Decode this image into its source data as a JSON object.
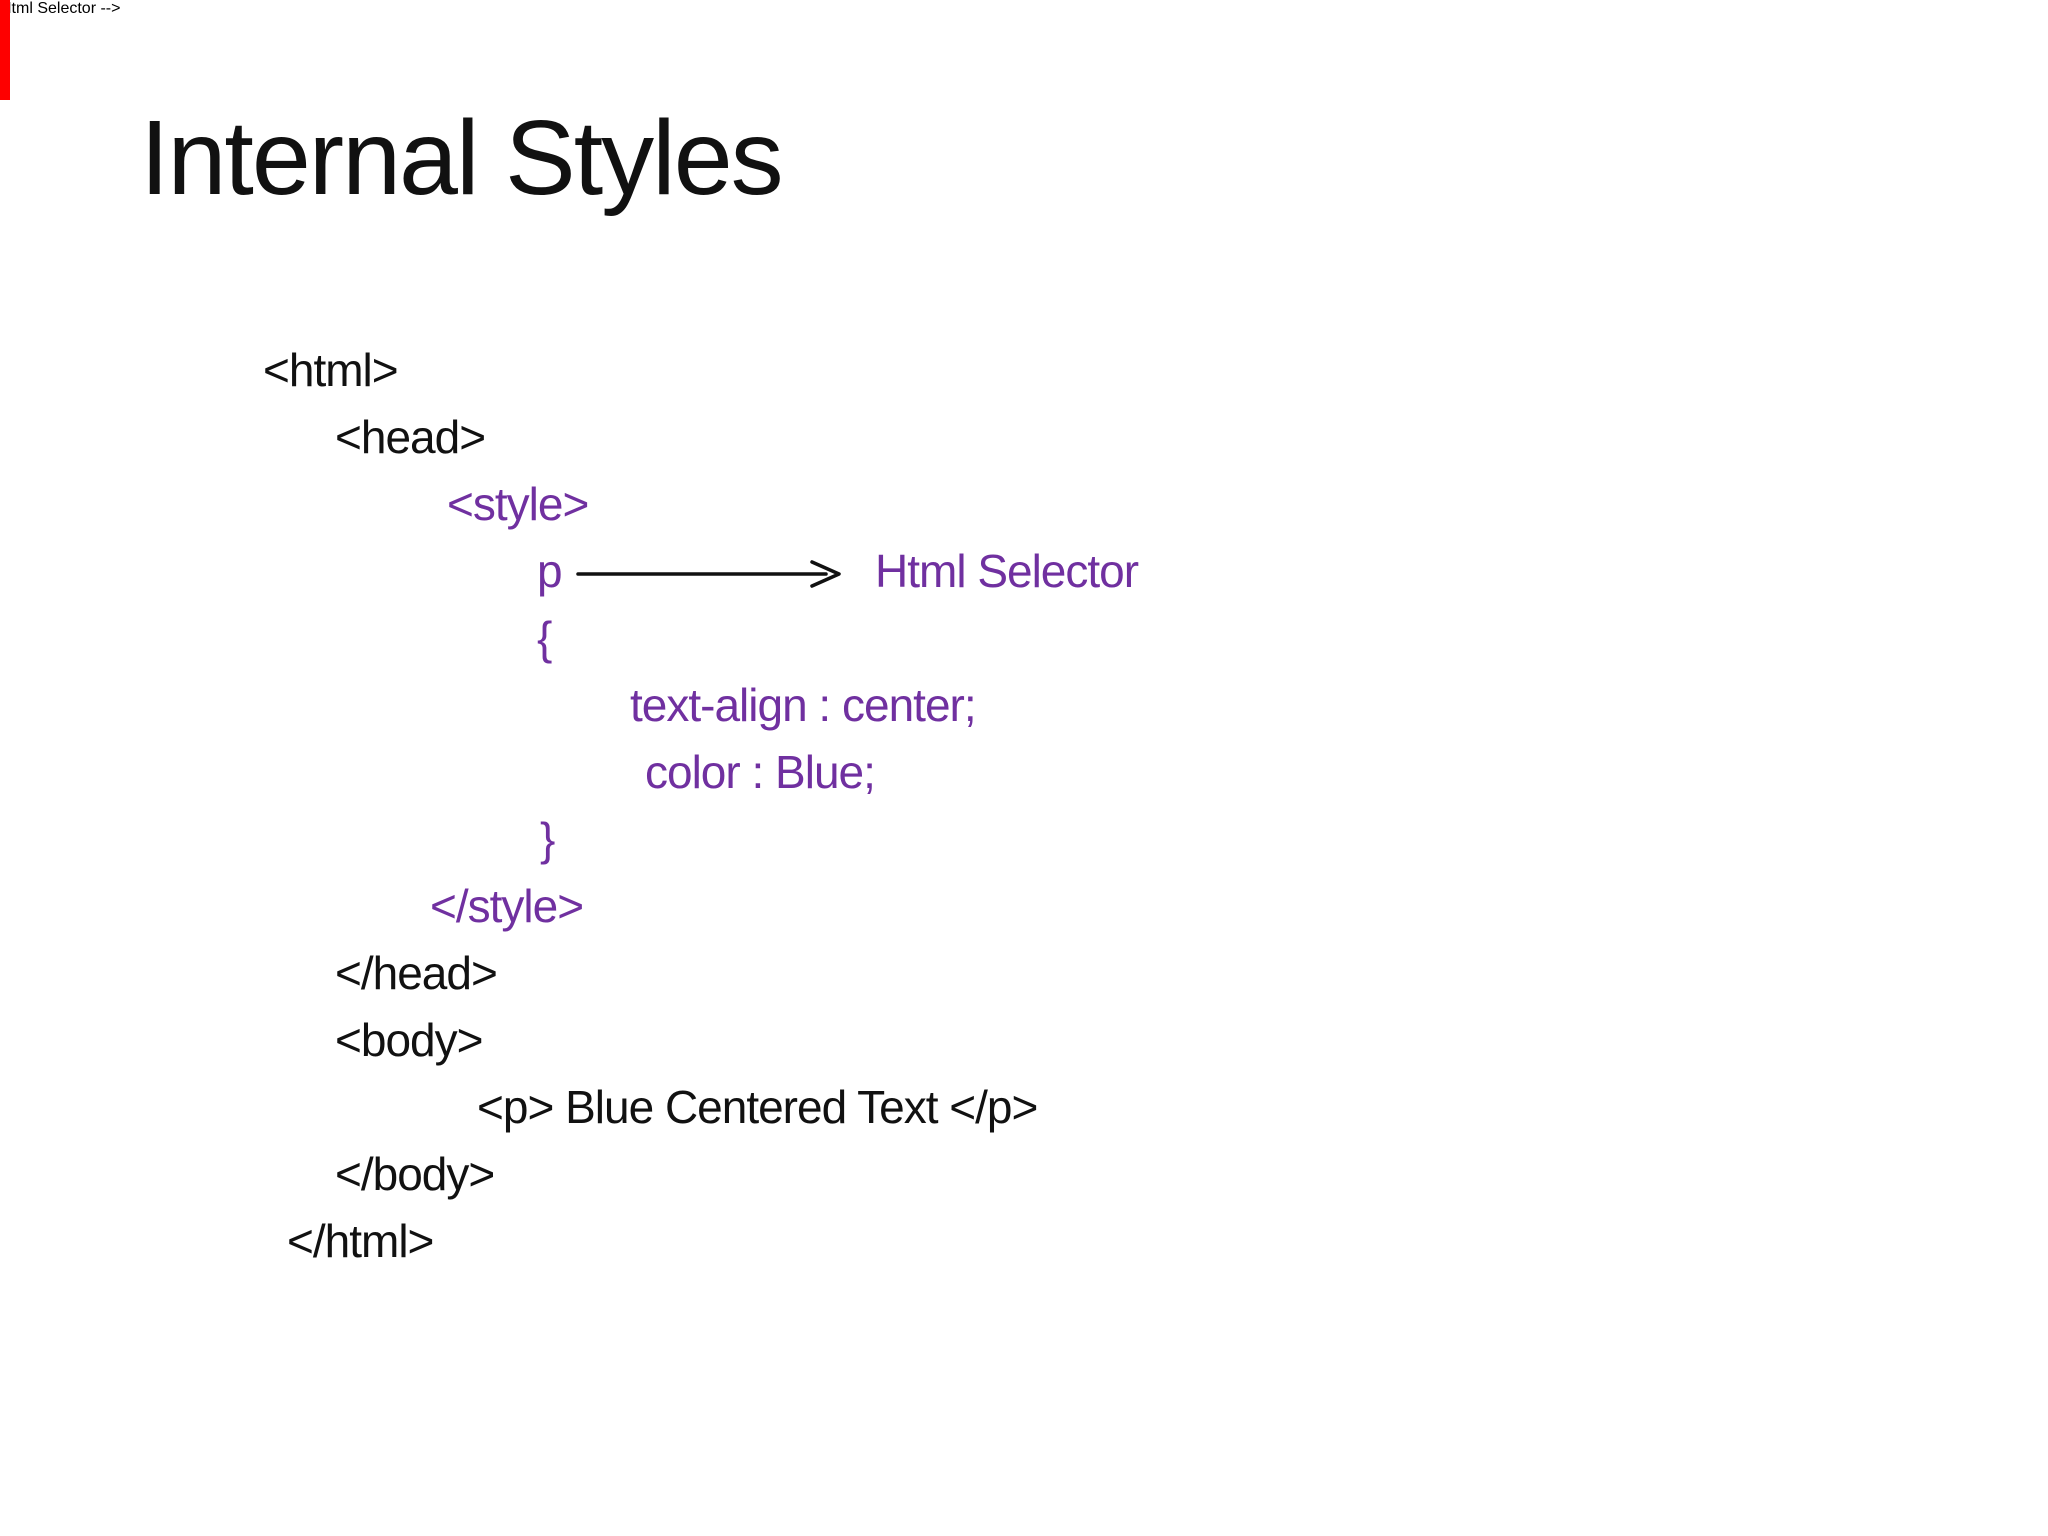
{
  "slide": {
    "title": "Internal Styles",
    "code_lines": [
      {
        "text": "<html>"
      },
      {
        "text": "<head>"
      },
      {
        "text": "<style>"
      },
      {
        "text": "p",
        "annotation": "Html Selector"
      },
      {
        "text": "{"
      },
      {
        "text": "text-align : center;"
      },
      {
        "text": "color : Blue;"
      },
      {
        "text": "}"
      },
      {
        "text": "</style>"
      },
      {
        "text": "</head>"
      },
      {
        "text": "<body>"
      },
      {
        "text": "<p> Blue Centered Text </p>"
      },
      {
        "text": "</body>"
      },
      {
        "text": "</html>"
      }
    ],
    "colors": {
      "text": "#111111",
      "purple": "#7030A0",
      "edge_strip": "#FE0000",
      "background": "#FFFFFF"
    }
  }
}
